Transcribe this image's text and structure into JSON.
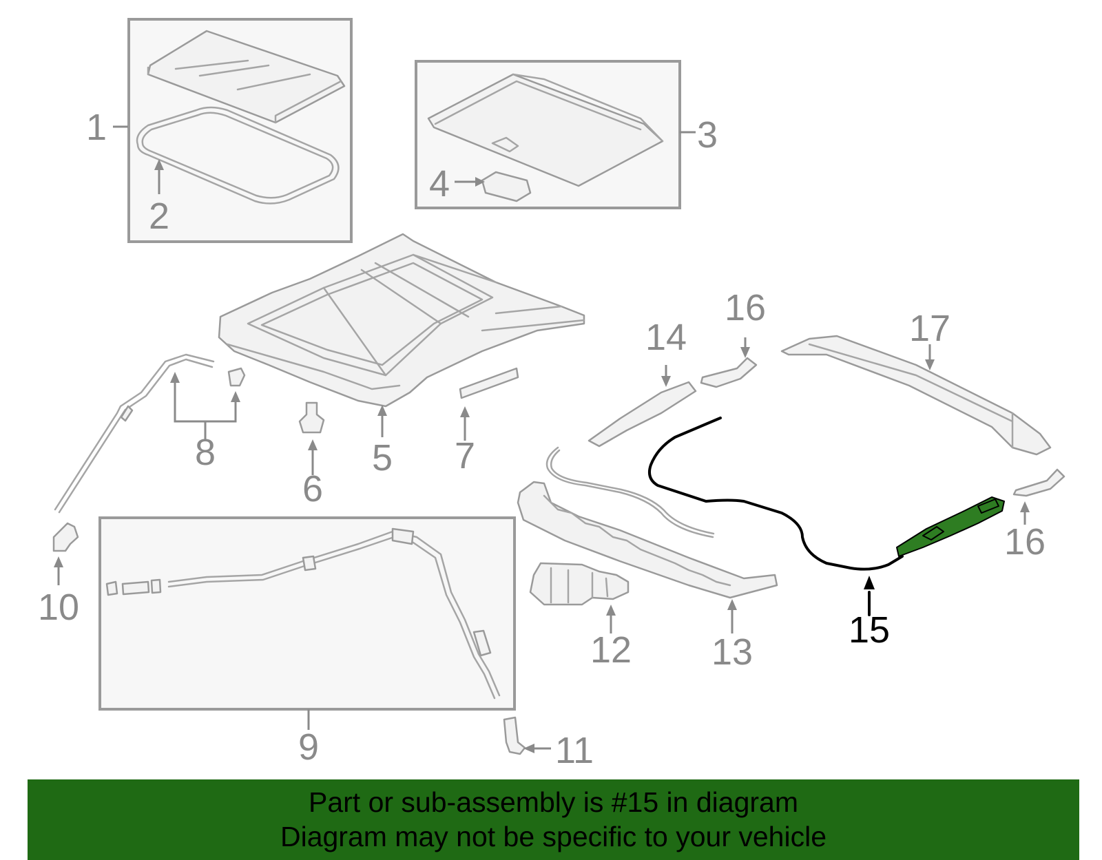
{
  "labels": {
    "l1": "1",
    "l2": "2",
    "l3": "3",
    "l4": "4",
    "l5": "5",
    "l6": "6",
    "l7": "7",
    "l8": "8",
    "l9": "9",
    "l10": "10",
    "l11": "11",
    "l12": "12",
    "l13": "13",
    "l14": "14",
    "l15": "15",
    "l16a": "16",
    "l16b": "16",
    "l17": "17"
  },
  "highlighted_part": "15",
  "banner": {
    "line1": "Part or sub-assembly is #15 in diagram",
    "line2": "Diagram may not be specific to your vehicle"
  },
  "colors": {
    "banner_background": "#1f6a14",
    "highlight_part": "#2e7d22",
    "callout_gray": "#8a8a8a",
    "highlight_callout": "#000000"
  }
}
